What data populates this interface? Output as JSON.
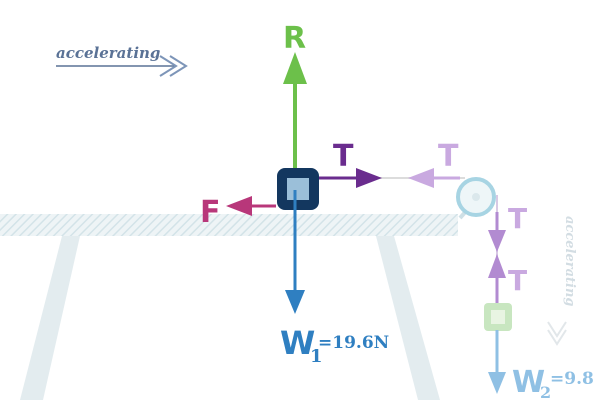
{
  "motion": {
    "top_label": "accelerating",
    "side_label": "accelerating"
  },
  "forces": {
    "reaction": "R",
    "friction": "F",
    "tension_1": "T",
    "tension_2": "T",
    "tension_3": "T",
    "tension_4": "T",
    "weight_1_symbol": "W",
    "weight_1_subscript": "1",
    "weight_1_value": "=19.6N",
    "weight_2_symbol": "W",
    "weight_2_subscript": "2",
    "weight_2_value": "=9.8"
  },
  "colors": {
    "reaction": "#6cc04a",
    "tension_main": "#6a2c8e",
    "tension_faded": "#c9a9e0",
    "friction": "#b8377a",
    "weight_main": "#2f7fc1",
    "weight_faded": "#8fc0e4",
    "block_1": "#13375f",
    "block_2": "#c8e6c0",
    "table": "#dfe9ee",
    "motion_text": "#5a7296"
  }
}
